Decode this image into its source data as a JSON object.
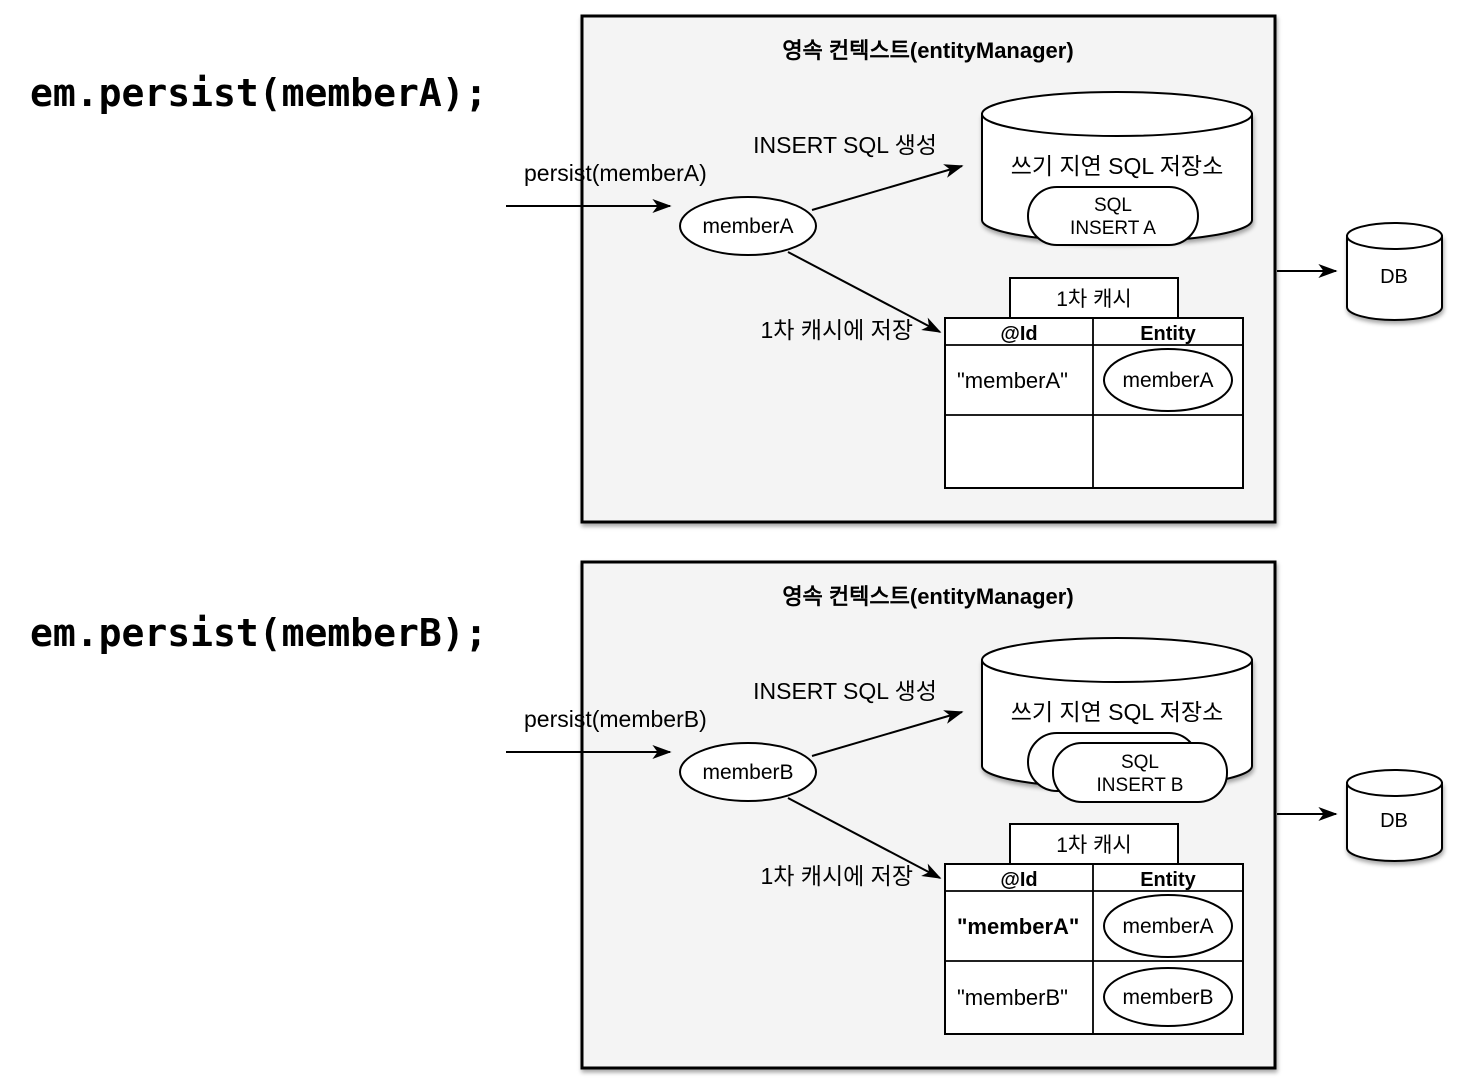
{
  "colors": {
    "box_fill": "#f4f4f4",
    "shape_fill": "#ffffff",
    "line": "#000000"
  },
  "panels": [
    {
      "code": "em.persist(memberA);",
      "context_title": "영속 컨텍스트(entityManager)",
      "persist_label": "persist(memberA)",
      "entity_name": "memberA",
      "insert_sql_label": "INSERT SQL 생성",
      "sql_store_label": "쓰기 지연 SQL 저장소",
      "sql_card": {
        "line1": "SQL",
        "line2": "INSERT A"
      },
      "cache_save_label": "1차 캐시에 저장",
      "cache_tab_label": "1차 캐시",
      "cache_table": {
        "id_header": "@Id",
        "entity_header": "Entity",
        "row1_id": "\"memberA\"",
        "row1_entity": "memberA",
        "row2_id": "",
        "row2_entity": ""
      },
      "db_label": "DB"
    },
    {
      "code": "em.persist(memberB);",
      "context_title": "영속 컨텍스트(entityManager)",
      "persist_label": "persist(memberB)",
      "entity_name": "memberB",
      "insert_sql_label": "INSERT SQL 생성",
      "sql_store_label": "쓰기 지연 SQL 저장소",
      "sql_card": {
        "line1": "SQL",
        "line2": "INSERT B"
      },
      "cache_save_label": "1차 캐시에 저장",
      "cache_tab_label": "1차 캐시",
      "cache_table": {
        "id_header": "@Id",
        "entity_header": "Entity",
        "row1_id": "\"memberA\"",
        "row1_entity": "memberA",
        "row2_id": "\"memberB\"",
        "row2_entity": "memberB"
      },
      "db_label": "DB"
    }
  ]
}
